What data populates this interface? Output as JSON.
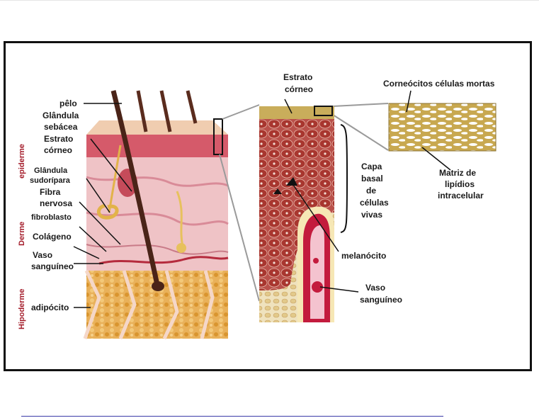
{
  "colors": {
    "frame": "#111111",
    "layer_label": "#a41d2b",
    "epidermis": "#e8a7a5",
    "dermis": "#efc3c6",
    "hypodermis": "#e6a84a",
    "corneum": "#c9ad5b",
    "living_cells": "#a93a33",
    "blood": "#c31b3d",
    "hair": "#4a2418"
  },
  "left_labels": {
    "pelo": "pêlo",
    "glandula_sebacea_1": "Glândula",
    "glandula_sebacea_2": "sebácea",
    "estrato_corneo_1": "Estrato",
    "estrato_corneo_2": "córneo",
    "glandula_sudoripara_1": "Glândula",
    "glandula_sudoripara_2": "sudorípara",
    "fibra_nervosa_1": "Fibra",
    "fibra_nervosa_2": "nervosa",
    "fibroblasto": "fibroblasto",
    "colageno": "Colágeno",
    "vaso_sanguineo_1": "Vaso",
    "vaso_sanguineo_2": "sanguíneo",
    "adipocito": "adipócito"
  },
  "layer_labels": {
    "epiderme": "epiderme",
    "derme": "Derme",
    "hipoderme": "Hipoderme"
  },
  "middle_labels": {
    "estrato_corneo_1": "Estrato",
    "estrato_corneo_2": "córneo",
    "capa_basal_1": "Capa",
    "capa_basal_2": "basal",
    "capa_basal_3": "de",
    "capa_basal_4": "células",
    "capa_basal_5": "vivas",
    "melanocito": "melanócito",
    "vaso_sanguineo_1": "Vaso",
    "vaso_sanguineo_2": "sanguíneo"
  },
  "right_labels": {
    "corneocitos": "Corneócitos células mortas",
    "matriz_1": "Matriz de",
    "matriz_2": "lipídios",
    "matriz_3": "intracelular"
  }
}
